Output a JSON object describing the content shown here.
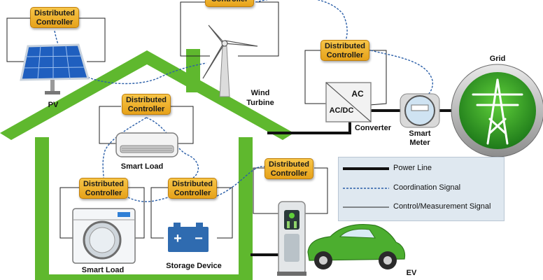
{
  "controllers": {
    "pv": "Distributed Controller",
    "wind": "Controller",
    "converter": "Distributed Controller",
    "ac": "Distributed Controller",
    "washer": "Distributed Controller",
    "storage": "Distributed Controller",
    "ev": "Distributed Controller"
  },
  "labels": {
    "pv": "PV",
    "wind_line1": "Wind",
    "wind_line2": "Turbine",
    "grid": "Grid",
    "converter": "Converter",
    "smart_meter_line1": "Smart",
    "smart_meter_line2": "Meter",
    "ac_load": "Smart Load",
    "washer_load": "Smart Load",
    "storage": "Storage Device",
    "ev": "EV",
    "conv_ac": "AC",
    "conv_acdc": "AC/DC",
    "battery_plus": "+",
    "battery_minus": "−"
  },
  "legend": {
    "power_line": "Power Line",
    "coordination_signal": "Coordination Signal",
    "control_signal": "Control/Measurement Signal"
  },
  "colors": {
    "house_green": "#5fb82e",
    "controller_orange": "#f0b030",
    "coordination_blue": "#2b5fa8",
    "power_line": "#111111",
    "legend_bg": "#dfe8f0",
    "battery_blue": "#2f6bb0",
    "car_green": "#4cae2f"
  },
  "icons": [
    "solar-panel-icon",
    "wind-turbine-icon",
    "transmission-tower-icon",
    "converter-icon",
    "smart-meter-icon",
    "air-conditioner-icon",
    "washing-machine-icon",
    "battery-icon",
    "ev-charger-icon",
    "car-icon"
  ]
}
